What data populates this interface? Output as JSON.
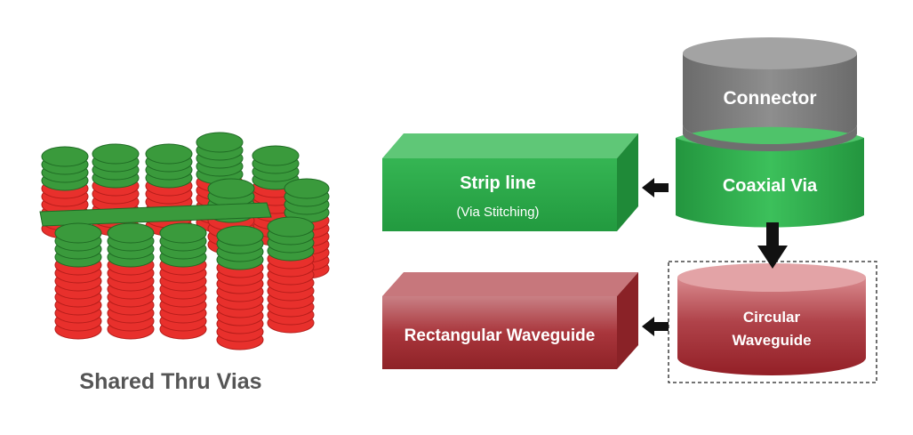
{
  "caption": "Shared Thru Vias",
  "blocks": {
    "strip_line": {
      "title": "Strip line",
      "subtitle": "(Via Stitching)"
    },
    "rect_waveguide": {
      "label": "Rectangular Waveguide"
    },
    "connector": {
      "label": "Connector"
    },
    "coaxial_via": {
      "label": "Coaxial Via"
    },
    "circular_waveguide": {
      "line1": "Circular",
      "line2": "Waveguide"
    }
  },
  "colors": {
    "green": "#2ea84a",
    "green_dark": "#1f8a38",
    "red": "#a8343a",
    "gray": "#7a7a7a",
    "via_red": "#e8302c",
    "via_green": "#3a9a3c",
    "caption": "#555555"
  }
}
